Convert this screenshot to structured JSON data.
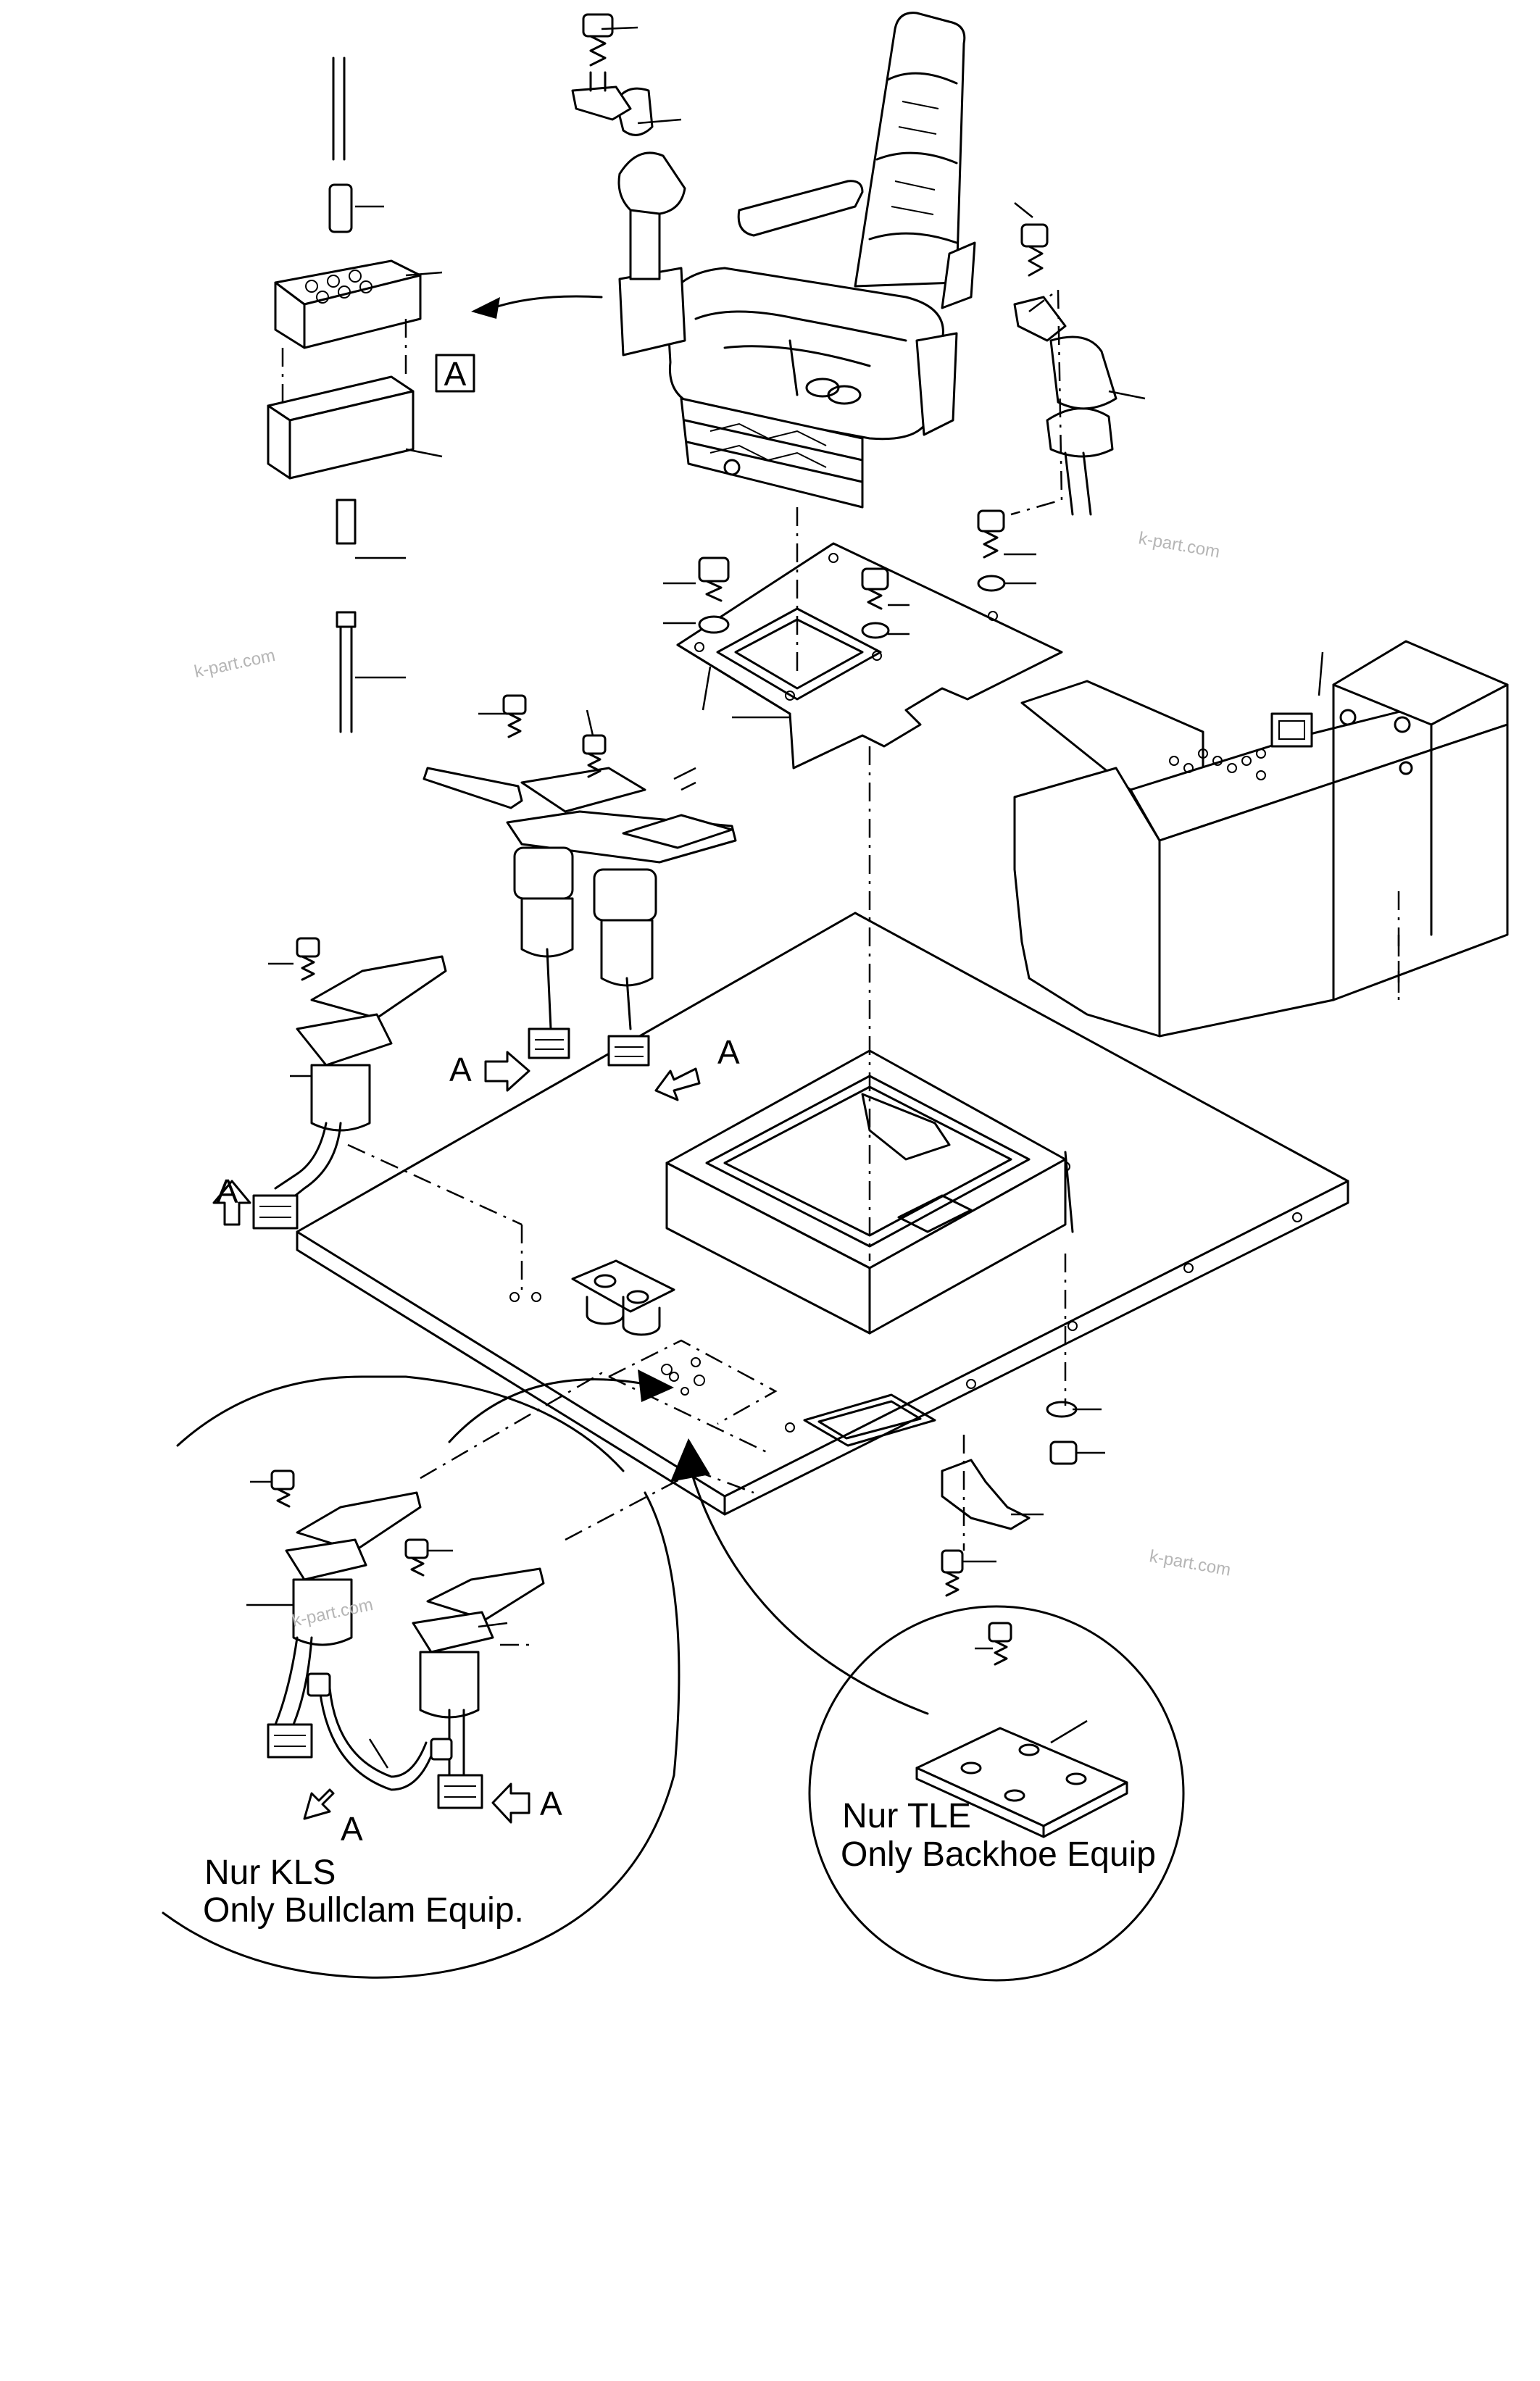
{
  "labels": {
    "box_a": "A",
    "ref_a": "A"
  },
  "watermark": "k-part.com",
  "captions": {
    "left_de": "Nur KLS",
    "left_en": "Only Bullclam  Equip.",
    "right_de": "Nur TLE",
    "right_en": "Only Backhoe Equip"
  }
}
